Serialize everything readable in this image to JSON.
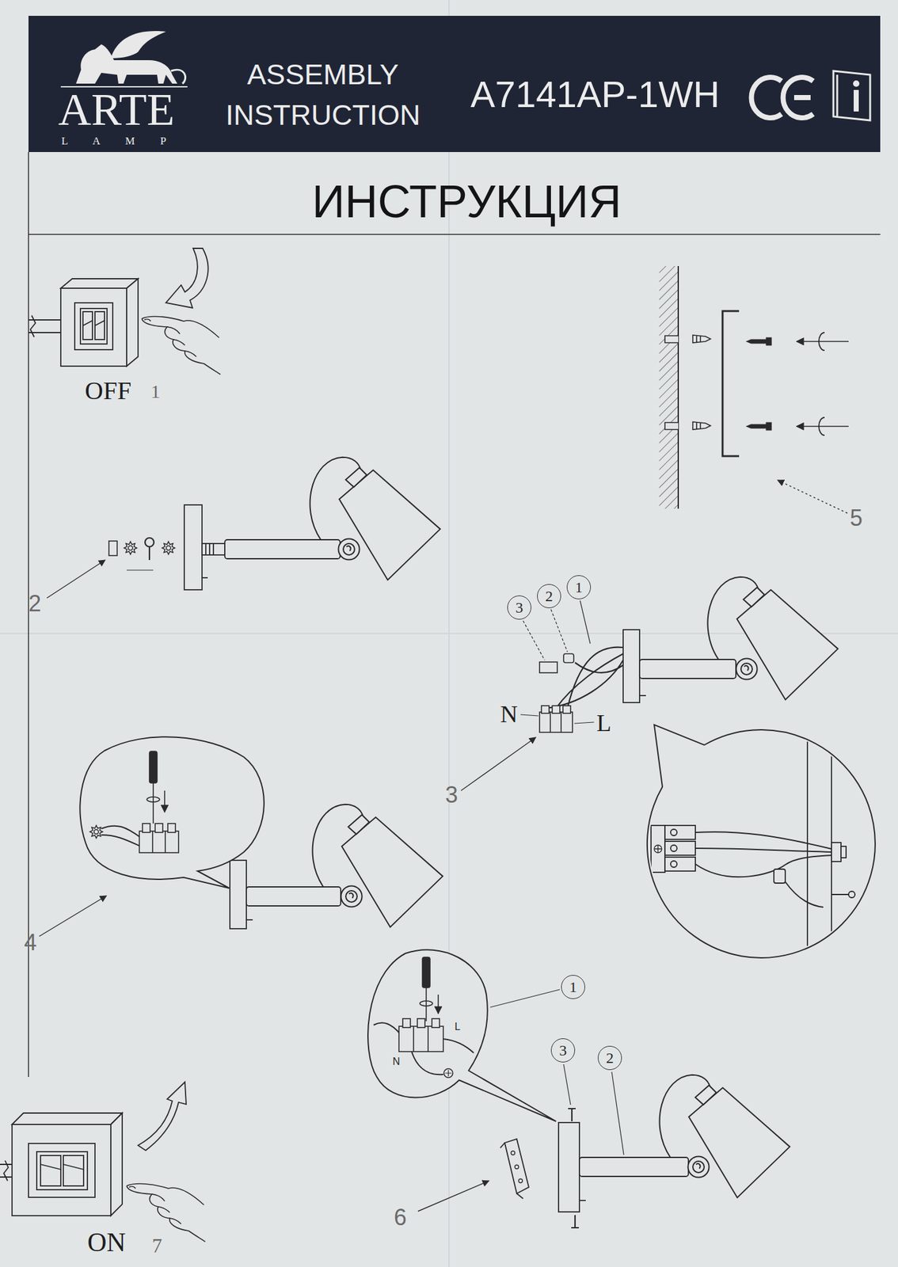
{
  "diagram": {
    "title": "ИНСТРУКЦИЯ",
    "nodes": [
      {
        "text": [
          "ARTE",
          "L A M P",
          "ASSEMBLY INSTRUCTION",
          "A7141AP-1WH"
        ]
      },
      {
        "text": [
          "3"
        ]
      },
      {
        "text": [
          "2"
        ]
      },
      {
        "text": [
          "1"
        ]
      },
      {
        "text": [
          "1"
        ]
      },
      {
        "text": [
          "3"
        ]
      },
      {
        "text": [
          "2"
        ]
      }
    ],
    "labels": [
      "OFF",
      "1",
      "5",
      "2",
      "N",
      "L",
      "3",
      "4",
      "N",
      "L",
      "6",
      "ON",
      "7"
    ]
  }
}
